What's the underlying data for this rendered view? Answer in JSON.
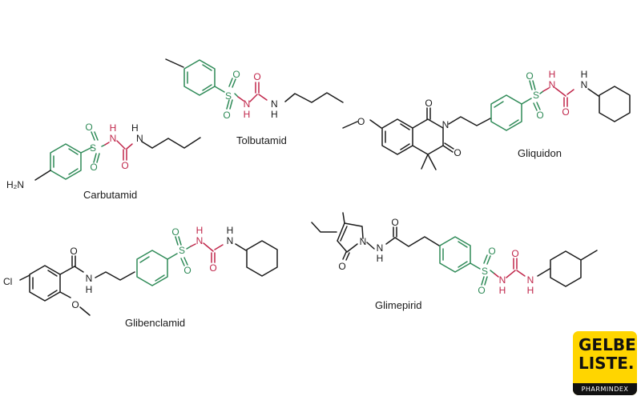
{
  "compounds": {
    "carbutamid": "Carbutamid",
    "tolbutamid": "Tolbutamid",
    "gliquidon": "Gliquidon",
    "glibenclamid": "Glibenclamid",
    "glimepirid": "Glimepirid"
  },
  "atoms": {
    "h2n": "H₂N",
    "s": "S",
    "o": "O",
    "n": "N",
    "h": "H",
    "cl": "Cl"
  },
  "logo": {
    "line1": "GELBE",
    "line2": "LISTE.",
    "sub": "PHARMINDEX",
    "background": "#ffd500",
    "text_color": "#111111"
  },
  "colors": {
    "bonds": "#1a1a1a",
    "aryl_sulfonyl": "#2e8a57",
    "urea": "#c0264a"
  }
}
